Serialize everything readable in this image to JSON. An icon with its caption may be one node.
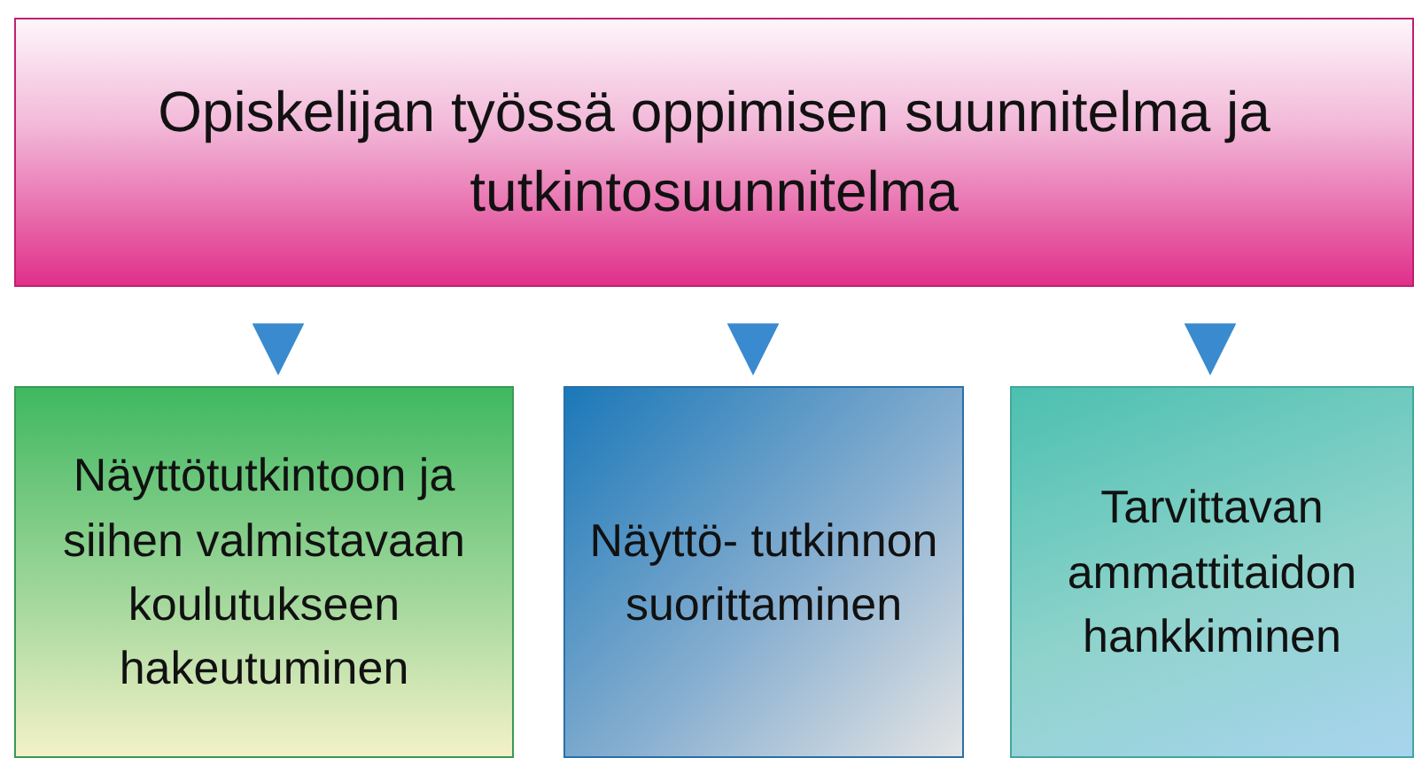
{
  "diagram": {
    "nodes": [
      {
        "text": [
          "Opiskelijan työssä oppimisen suunnitelma ja tutkintosuunnitelma"
        ]
      },
      {
        "text": [
          "Näyttötutkintoon ja siihen valmistavaan koulutukseen hakeutuminen"
        ]
      },
      {
        "text": [
          "Näyttö- tutkinnon suorittaminen"
        ]
      },
      {
        "text": [
          "Tarvittavan ammattitaidon hankkiminen"
        ]
      }
    ],
    "edges": [
      {
        "from": 0,
        "to": 1,
        "arrow": "to"
      },
      {
        "from": 0,
        "to": 2,
        "arrow": "to"
      },
      {
        "from": 0,
        "to": 3,
        "arrow": "to"
      }
    ]
  }
}
